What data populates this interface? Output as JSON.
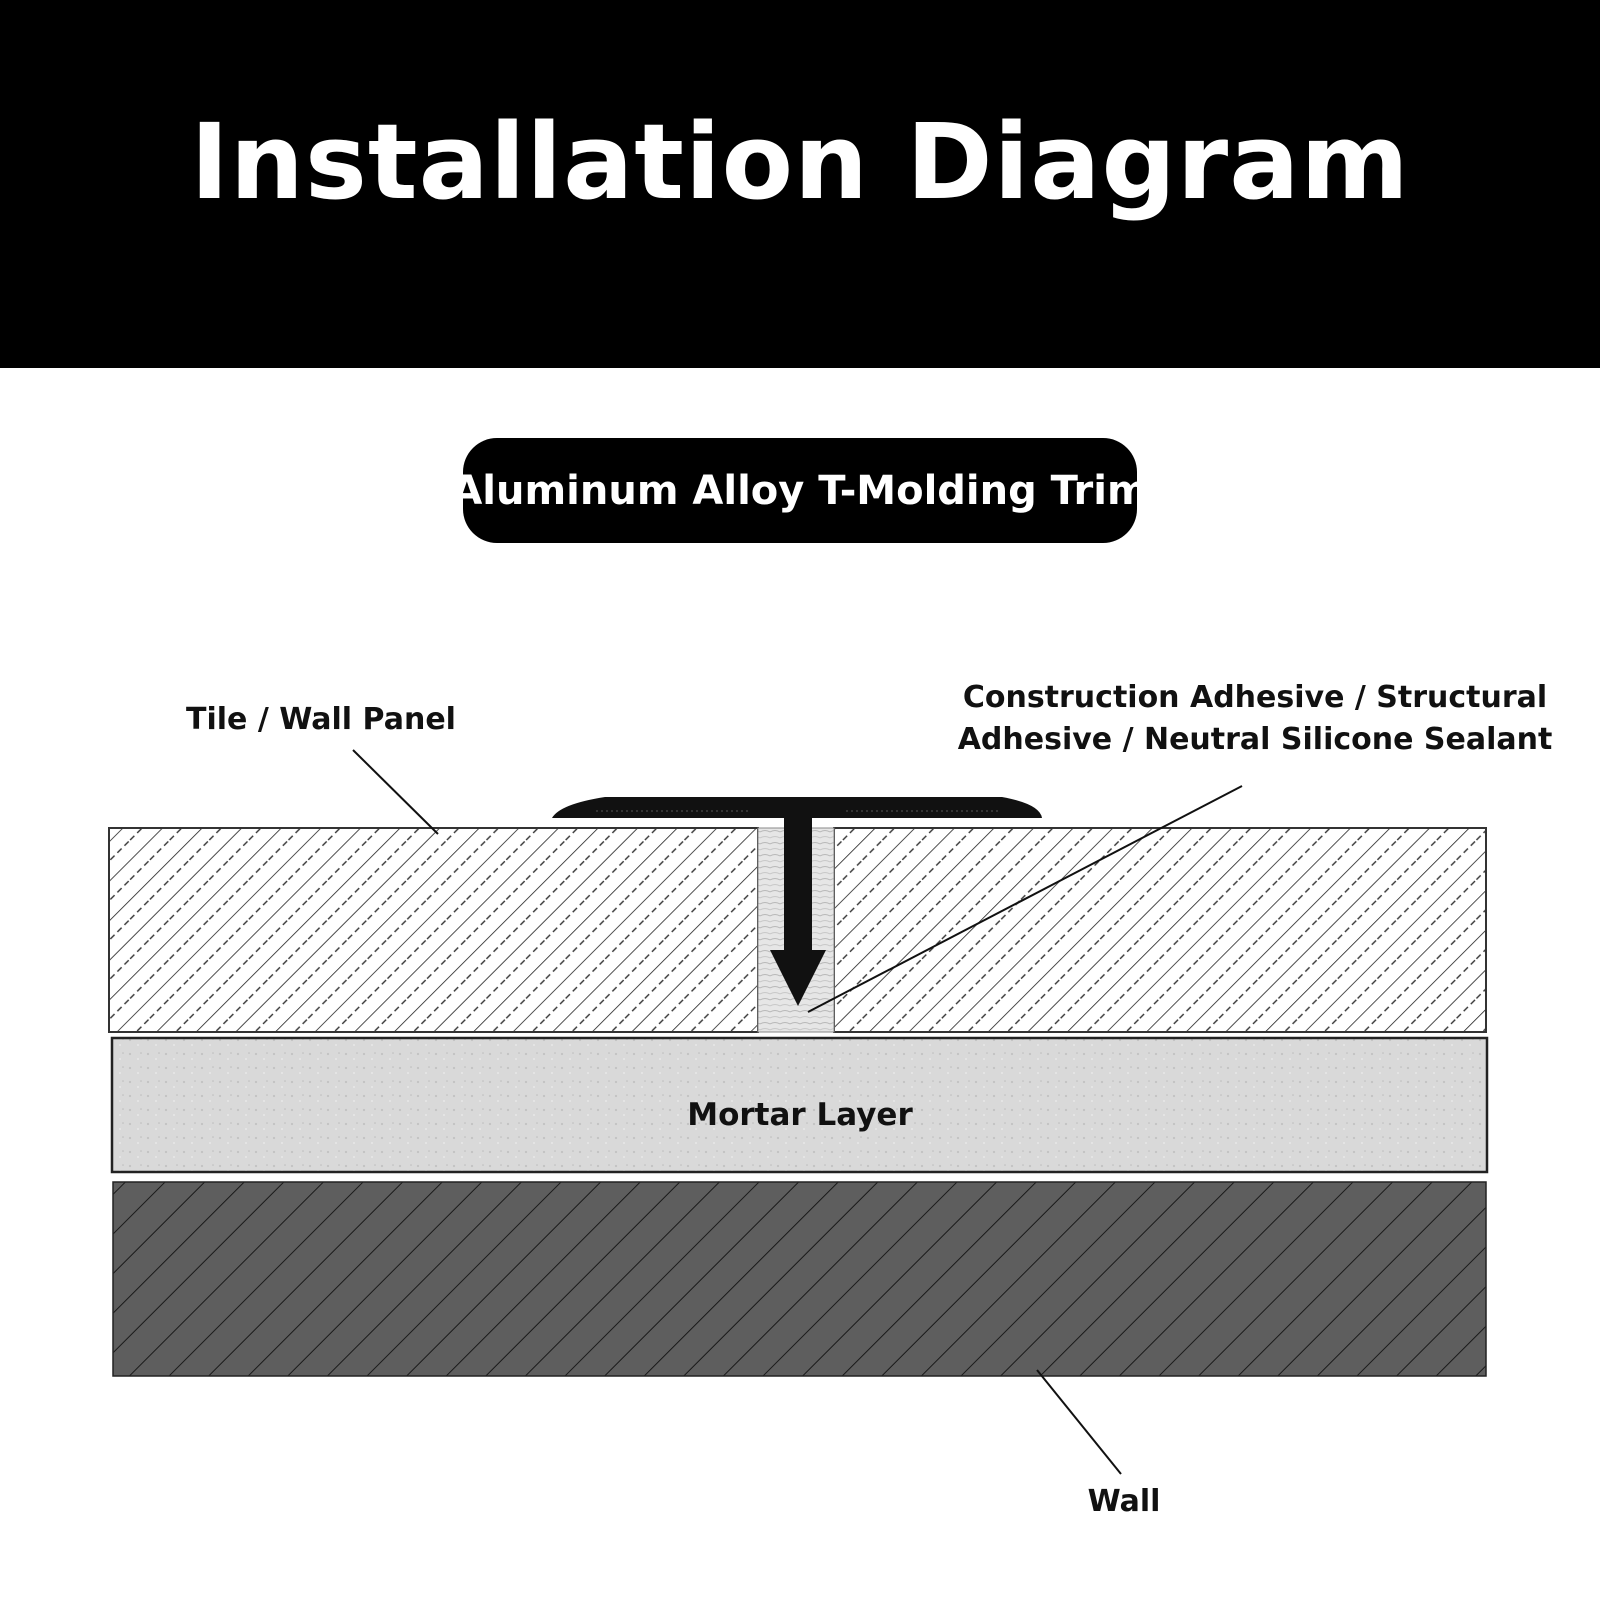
{
  "title": "Installation Diagram",
  "product_label": "Aluminum Alloy T-Molding Trim",
  "labels": {
    "tile": "Tile / Wall Panel",
    "adhesive_line1": "Construction Adhesive / Structural",
    "adhesive_line2": "Adhesive / Neutral Silicone Sealant",
    "mortar": "Mortar Layer",
    "wall": "Wall"
  },
  "colors": {
    "header_bg": "#000000",
    "tile_fill": "#ffffff",
    "mortar_fill": "#d8d8d8",
    "wall_fill": "#5e5e5e",
    "trim": "#111111"
  }
}
